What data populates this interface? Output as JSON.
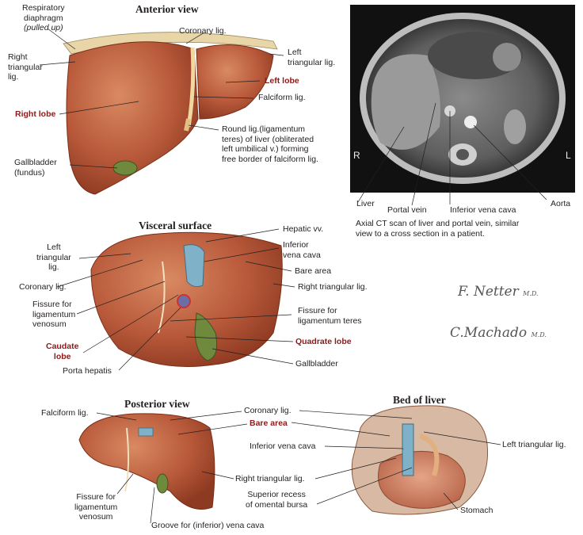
{
  "titles": {
    "anterior": "Anterior view",
    "visceral": "Visceral surface",
    "posterior": "Posterior view",
    "bed": "Bed of liver"
  },
  "anterior": {
    "respiratory_1": "Respiratory",
    "respiratory_2": "diaphragm",
    "respiratory_3": "(pulled up)",
    "coronary": "Coronary lig.",
    "left_triangular_1": "Left",
    "left_triangular_2": "triangular lig.",
    "right_triangular_1": "Right",
    "right_triangular_2": "triangular",
    "right_triangular_3": "lig.",
    "left_lobe": "Left lobe",
    "falciform": "Falciform lig.",
    "right_lobe": "Right lobe",
    "round_1": "Round lig.(ligamentum",
    "round_2": "teres) of liver (obliterated",
    "round_3": "left umbilical v.) forming",
    "round_4": "free border of falciform lig.",
    "gallbladder_1": "Gallbladder",
    "gallbladder_2": "(fundus)"
  },
  "ct": {
    "r": "R",
    "l": "L",
    "liver": "Liver",
    "portal_vein": "Portal vein",
    "ivc": "Inferior vena cava",
    "aorta": "Aorta",
    "caption_1": "Axial CT scan of liver and portal vein, similar",
    "caption_2": "view to a cross section in a patient."
  },
  "visceral": {
    "hepatic_vv": "Hepatic vv.",
    "left_tri_1": "Left",
    "left_tri_2": "triangular",
    "left_tri_3": "lig.",
    "ivc_1": "Inferior",
    "ivc_2": "vena cava",
    "coronary": "Coronary lig.",
    "bare_area": "Bare area",
    "right_tri": "Right triangular lig.",
    "fiss_lv_1": "Fissure for",
    "fiss_lv_2": "ligamentum",
    "fiss_lv_3": "venosum",
    "fiss_lt_1": "Fissure for",
    "fiss_lt_2": "ligamentum teres",
    "caudate_1": "Caudate",
    "caudate_2": "lobe",
    "quadrate": "Quadrate lobe",
    "porta": "Porta hepatis",
    "gallbladder": "Gallbladder"
  },
  "signatures": {
    "netter": "F. Netter",
    "netter_md": "M.D.",
    "machado": "C.Machado",
    "machado_md": "M.D."
  },
  "posterior": {
    "falciform": "Falciform lig.",
    "coronary": "Coronary lig.",
    "bare_area": "Bare area",
    "ivc": "Inferior vena cava",
    "left_tri": "Left triangular lig.",
    "right_tri": "Right triangular lig.",
    "recess_1": "Superior recess",
    "recess_2": "of omental bursa",
    "stomach": "Stomach",
    "fiss_1": "Fissure for",
    "fiss_2": "ligamentum",
    "fiss_3": "venosum",
    "groove": "Groove for (inferior) vena cava"
  }
}
